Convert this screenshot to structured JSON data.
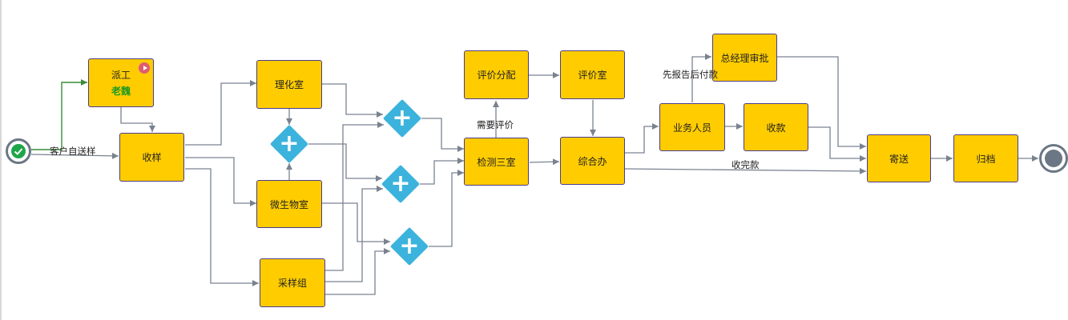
{
  "nodes": {
    "dispatch": {
      "label": "派工",
      "assignee": "老魏"
    },
    "receive": {
      "label": "收样"
    },
    "chem_lab": {
      "label": "理化室"
    },
    "micro_lab": {
      "label": "微生物室"
    },
    "sampling": {
      "label": "采样组"
    },
    "eval_assign": {
      "label": "评价分配"
    },
    "eval_room": {
      "label": "评价室"
    },
    "lab3": {
      "label": "检测三室"
    },
    "general_office": {
      "label": "综合办"
    },
    "gm_approval": {
      "label": "总经理审批"
    },
    "sales": {
      "label": "业务人员"
    },
    "payment": {
      "label": "收款"
    },
    "send": {
      "label": "寄送"
    },
    "archive": {
      "label": "归档"
    }
  },
  "edge_labels": {
    "self_delivery": "客户自送样",
    "need_eval": "需要评价",
    "report_first": "先报告后付款",
    "paid": "收完款"
  },
  "gateways": {
    "symbol": "+"
  },
  "colors": {
    "task_fill": "#ffcc00",
    "task_border": "#4b3c8c",
    "gateway": "#3cb3dc",
    "edge": "#7a8290",
    "taken_edge": "#3a8a3a",
    "start": "#1fa64a",
    "end": "#5f6b78"
  }
}
